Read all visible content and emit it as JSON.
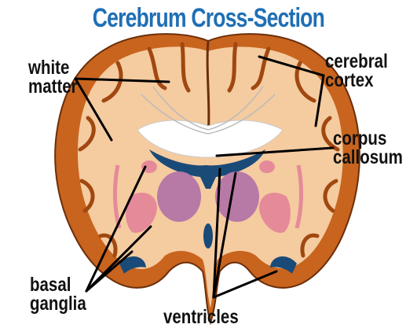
{
  "title": "Cerebrum Cross-Section",
  "labels": {
    "white_matter": [
      "white",
      "matter"
    ],
    "cerebral_cortex": [
      "cerebral",
      "cortex"
    ],
    "corpus_callosum": [
      "corpus",
      "callosum"
    ],
    "basal_ganglia": [
      "basal",
      "ganglia"
    ],
    "ventricles": "ventricles"
  },
  "colors": {
    "title": "#1f6fb5",
    "cortex": "#c8641e",
    "white_matter": "#f5cba0",
    "callosum": "#ffffff",
    "ventricle": "#1a4b78",
    "basal_ganglia": "#e58a99",
    "thalamus": "#b779a6",
    "leader_line": "#000000"
  }
}
